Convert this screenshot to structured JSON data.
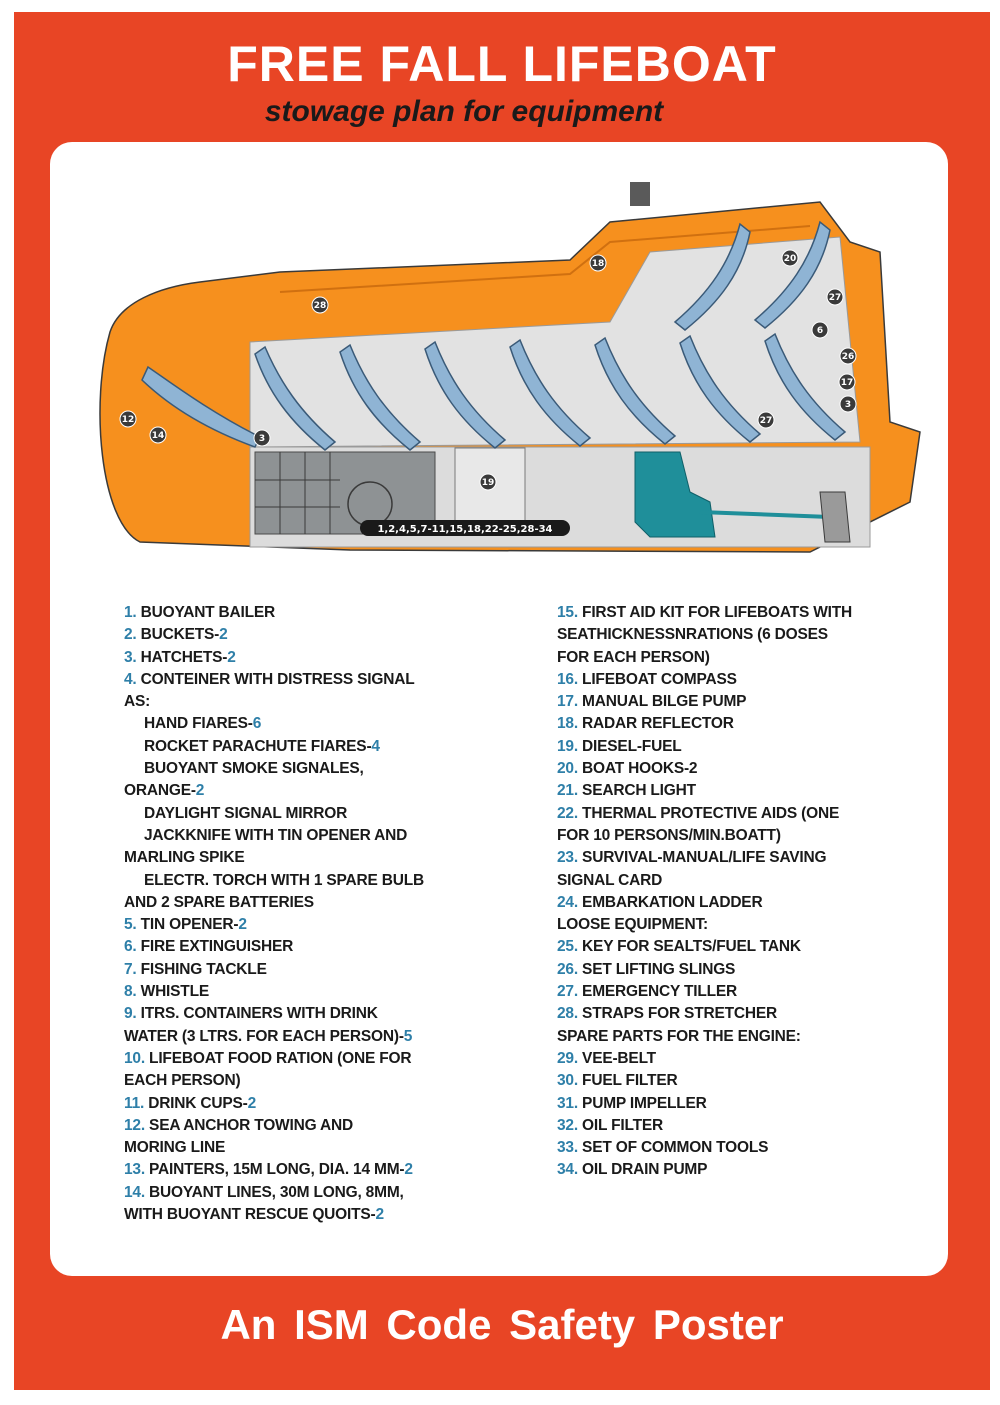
{
  "header": {
    "title": "FREE FALL LIFEBOAT",
    "subtitle": "stowage plan for equipment"
  },
  "diagram": {
    "label_bar": "1,2,4,5,7-11,15,18,22-25,28-34",
    "callouts": [
      "12",
      "14",
      "3",
      "28",
      "19",
      "18",
      "20",
      "27",
      "6",
      "26",
      "17",
      "3",
      "27"
    ],
    "colors": {
      "hull": "#f6901e",
      "seats": "#8fb4d4",
      "interior": "#e2e2e2",
      "engine": "#1f8f9a",
      "storage": "#8e9294"
    }
  },
  "list_left": [
    {
      "num": "1.",
      "text": " BUOYANT BAILER",
      "qty": ""
    },
    {
      "num": "2.",
      "text": " BUCKETS-",
      "qty": "2"
    },
    {
      "num": "3.",
      "text": " HATCHETS-",
      "qty": "2"
    },
    {
      "num": "4.",
      "text": " CONTEINER WITH DISTRESS SIGNAL",
      "qty": ""
    },
    {
      "num": "",
      "text": "AS:",
      "qty": ""
    },
    {
      "num": "",
      "text": "HAND FIARES-",
      "qty": "6",
      "indent": true
    },
    {
      "num": "",
      "text": "ROCKET PARACHUTE FIARES-",
      "qty": "4",
      "indent": true
    },
    {
      "num": "",
      "text": "BUOYANT SMOKE SIGNALES,",
      "qty": "",
      "indent": true
    },
    {
      "num": "",
      "text": "ORANGE-",
      "qty": "2"
    },
    {
      "num": "",
      "text": "DAYLIGHT SIGNAL MIRROR",
      "qty": "",
      "indent": true
    },
    {
      "num": "",
      "text": "JACKKNIFE WITH TIN OPENER AND",
      "qty": "",
      "indent": true
    },
    {
      "num": "",
      "text": "MARLING SPIKE",
      "qty": ""
    },
    {
      "num": "",
      "text": "ELECTR. TORCH WITH 1 SPARE BULB",
      "qty": "",
      "indent": true
    },
    {
      "num": "",
      "text": "AND 2 SPARE BATTERIES",
      "qty": ""
    },
    {
      "num": "5.",
      "text": " TIN OPENER-",
      "qty": "2"
    },
    {
      "num": "6.",
      "text": " FIRE EXTINGUISHER",
      "qty": ""
    },
    {
      "num": "7.",
      "text": " FISHING TACKLE",
      "qty": ""
    },
    {
      "num": "8.",
      "text": " WHISTLE",
      "qty": ""
    },
    {
      "num": "9.",
      "text": "   ITRS. CONTAINERS WITH DRINK",
      "qty": ""
    },
    {
      "num": "",
      "text": "WATER (3 LTRS. FOR EACH PERSON)-",
      "qty": "5"
    },
    {
      "num": "10.",
      "text": " LIFEBOAT FOOD RATION (ONE FOR",
      "qty": ""
    },
    {
      "num": "",
      "text": "EACH PERSON)",
      "qty": ""
    },
    {
      "num": "11.",
      "text": " DRINK CUPS-",
      "qty": "2"
    },
    {
      "num": "12.",
      "text": " SEA ANCHOR TOWING AND",
      "qty": ""
    },
    {
      "num": "",
      "text": "MORING LINE",
      "qty": ""
    },
    {
      "num": "13.",
      "text": " PAINTERS, 15M LONG, DIA. 14 MM-",
      "qty": "2"
    },
    {
      "num": "14.",
      "text": " BUOYANT LINES, 30M LONG, 8MM,",
      "qty": ""
    },
    {
      "num": "",
      "text": "WITH BUOYANT RESCUE QUOITS-",
      "qty": "2"
    }
  ],
  "list_right": [
    {
      "num": "15.",
      "text": " FIRST AID KIT FOR LIFEBOATS WITH",
      "qty": ""
    },
    {
      "num": "",
      "text": "SEATHICKNESSNRATIONS (6 DOSES",
      "qty": ""
    },
    {
      "num": "",
      "text": "FOR EACH PERSON)",
      "qty": ""
    },
    {
      "num": "16.",
      "text": " LIFEBOAT COMPASS",
      "qty": ""
    },
    {
      "num": "17.",
      "text": " MANUAL BILGE PUMP",
      "qty": ""
    },
    {
      "num": "18.",
      "text": " RADAR REFLECTOR",
      "qty": ""
    },
    {
      "num": "19.",
      "text": " DIESEL-FUEL",
      "qty": ""
    },
    {
      "num": "20.",
      "text": " BOAT HOOKS-2",
      "qty": ""
    },
    {
      "num": "21.",
      "text": " SEARCH LIGHT",
      "qty": ""
    },
    {
      "num": "22.",
      "text": " THERMAL PROTECTIVE AIDS (ONE",
      "qty": ""
    },
    {
      "num": "",
      "text": "FOR 10 PERSONS/MIN.BOATT)",
      "qty": ""
    },
    {
      "num": "23.",
      "text": " SURVIVAL-MANUAL/LIFE SAVING",
      "qty": ""
    },
    {
      "num": "",
      "text": "SIGNAL CARD",
      "qty": ""
    },
    {
      "num": "24.",
      "text": " EMBARKATION LADDER",
      "qty": ""
    },
    {
      "num": "",
      "text": "LOOSE EQUIPMENT:",
      "qty": ""
    },
    {
      "num": "25.",
      "text": " KEY FOR SEALTS/FUEL TANK",
      "qty": ""
    },
    {
      "num": "26.",
      "text": " SET LIFTING SLINGS",
      "qty": ""
    },
    {
      "num": "27.",
      "text": " EMERGENCY TILLER",
      "qty": ""
    },
    {
      "num": "28.",
      "text": " STRAPS FOR STRETCHER",
      "qty": ""
    },
    {
      "num": "",
      "text": "SPARE PARTS FOR THE ENGINE:",
      "qty": ""
    },
    {
      "num": "29.",
      "text": " VEE-BELT",
      "qty": ""
    },
    {
      "num": "30.",
      "text": " FUEL FILTER",
      "qty": ""
    },
    {
      "num": "31.",
      "text": " PUMP IMPELLER",
      "qty": ""
    },
    {
      "num": "32.",
      "text": " OIL FILTER",
      "qty": ""
    },
    {
      "num": "33.",
      "text": " SET OF COMMON TOOLS",
      "qty": ""
    },
    {
      "num": "34.",
      "text": " OIL DRAIN PUMP",
      "qty": ""
    }
  ],
  "footer": {
    "text": "An ISM Code Safety Poster"
  }
}
